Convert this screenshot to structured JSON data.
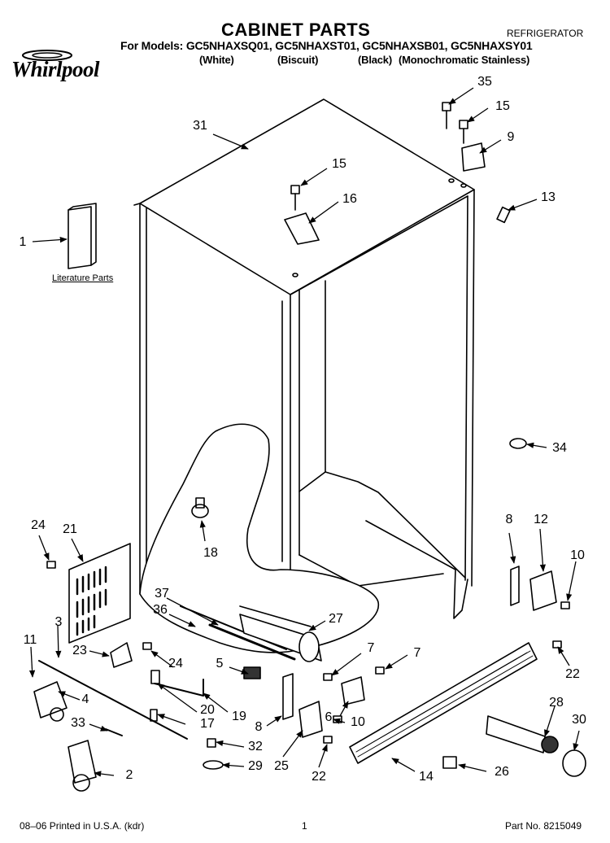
{
  "brand": {
    "name": "Whirlpool"
  },
  "header": {
    "title": "CABINET PARTS",
    "category": "REFRIGERATOR",
    "models": "For Models: GC5NHAXSQ01, GC5NHAXST01, GC5NHAXSB01, GC5NHAXSY01",
    "variants": [
      "(White)",
      "(Biscuit)",
      "(Black)",
      "(Monochromatic Stainless)"
    ]
  },
  "labels": {
    "literature_parts": "Literature Parts"
  },
  "callouts": [
    "31",
    "35",
    "15",
    "9",
    "15",
    "16",
    "13",
    "1",
    "34",
    "24",
    "21",
    "18",
    "8",
    "12",
    "10",
    "37",
    "36",
    "27",
    "3",
    "11",
    "23",
    "24",
    "5",
    "7",
    "7",
    "22",
    "4",
    "20",
    "17",
    "19",
    "8",
    "6",
    "10",
    "28",
    "30",
    "33",
    "32",
    "29",
    "25",
    "22",
    "14",
    "26",
    "2"
  ],
  "footer": {
    "printed": "08–06 Printed in U.S.A. (kdr)",
    "page": "1",
    "part_no": "Part No. 8215049"
  },
  "colors": {
    "ink": "#000000",
    "paper": "#ffffff",
    "gray": "#9a9a9a"
  }
}
